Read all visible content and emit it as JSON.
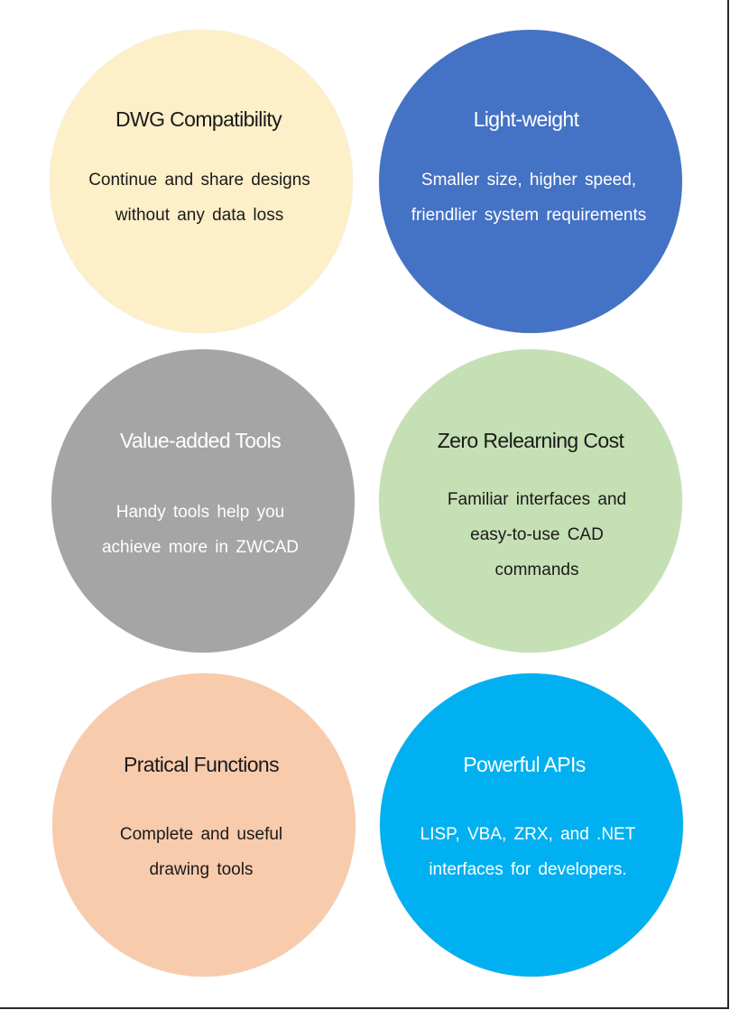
{
  "features": [
    {
      "title": "DWG Compatibility",
      "lines": [
        "Continue and share designs",
        "without any data loss"
      ],
      "color": "#fdefc8"
    },
    {
      "title": "Light-weight",
      "lines": [
        "Smaller size, higher speed,",
        "friendlier system requirements"
      ],
      "color": "#4472c4"
    },
    {
      "title": "Value-added Tools",
      "lines": [
        "Handy tools help you",
        "achieve more in ZWCAD"
      ],
      "color": "#a5a5a5"
    },
    {
      "title": "Zero Relearning Cost",
      "lines": [
        "Familiar interfaces and",
        "easy-to-use CAD",
        "commands"
      ],
      "color": "#c5e0b4"
    },
    {
      "title": "Pratical Functions",
      "lines": [
        "Complete and useful",
        "drawing tools"
      ],
      "color": "#f8cbad"
    },
    {
      "title": "Powerful APIs",
      "lines": [
        "LISP, VBA, ZRX, and .NET",
        "interfaces for developers."
      ],
      "color": "#00b0f0"
    }
  ]
}
